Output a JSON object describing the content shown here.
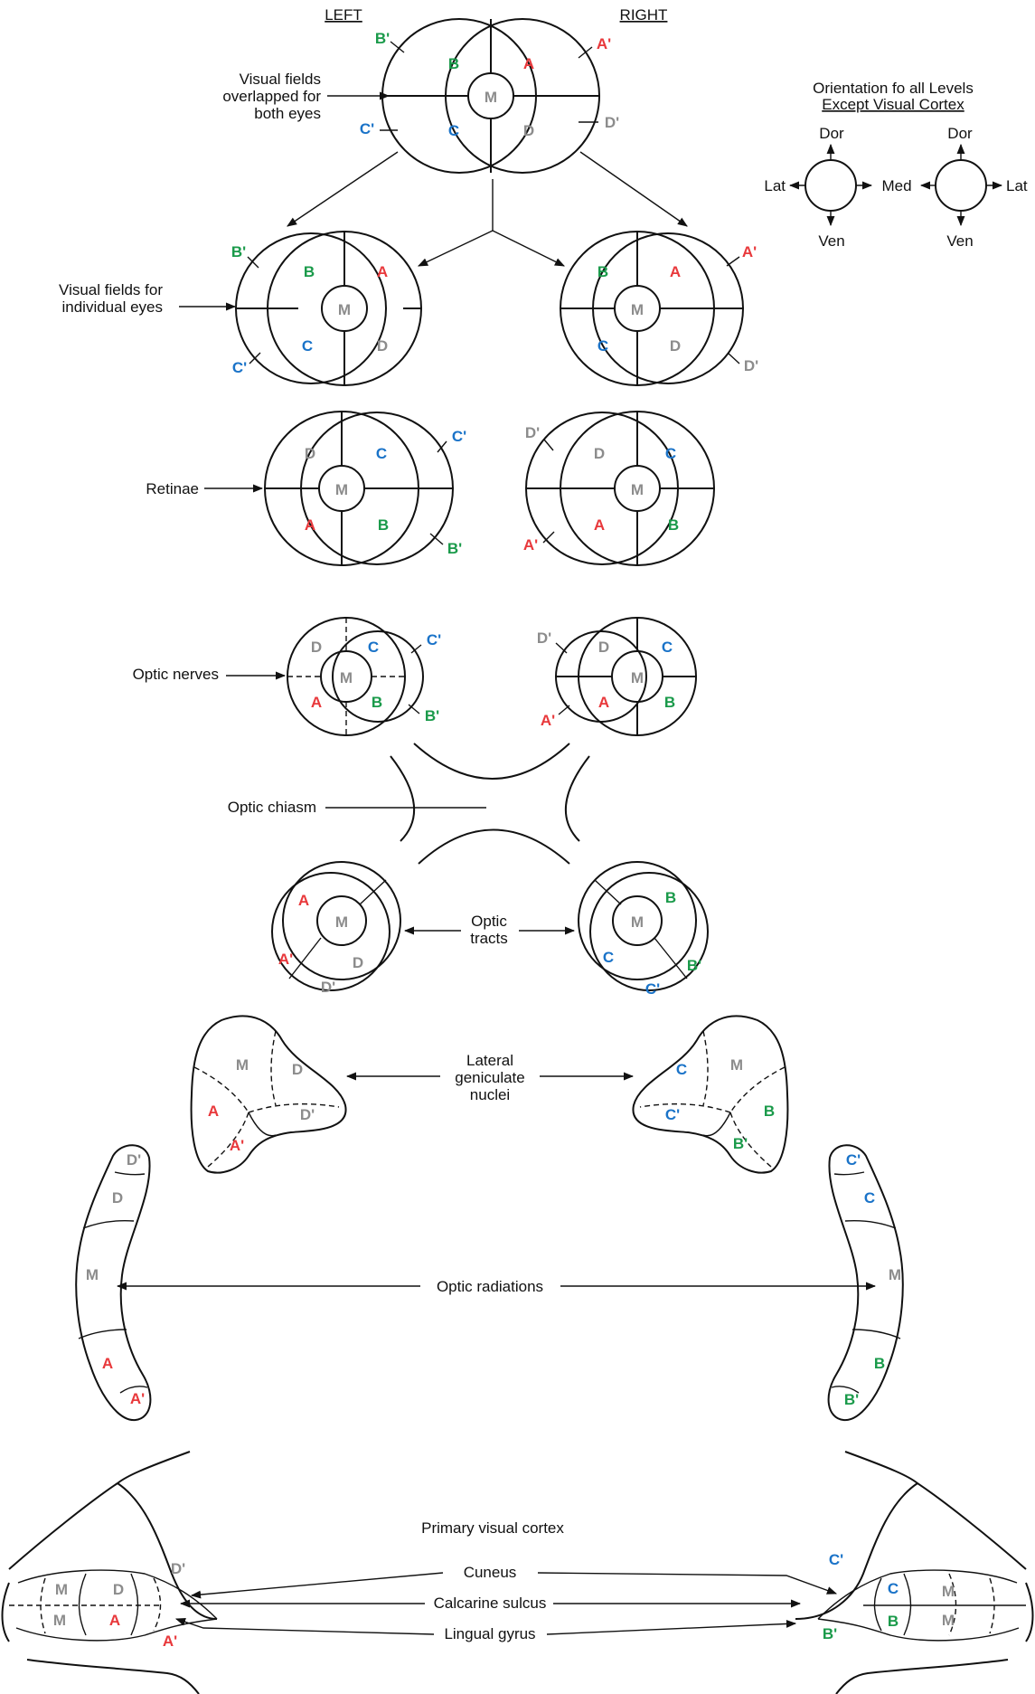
{
  "colors": {
    "A": "#e8383b",
    "B": "#1a9a4a",
    "C": "#1a73c8",
    "D": "#8c8c8c",
    "M": "#8c8c8c",
    "line": "#111111"
  },
  "header": {
    "left": "LEFT",
    "right": "RIGHT"
  },
  "orientation": {
    "title1": "Orientation fo all Levels",
    "title2": "Except Visual Cortex",
    "dor": "Dor",
    "ven": "Ven",
    "lat": "Lat",
    "med": "Med"
  },
  "levels": {
    "visual_fields_1": "Visual fields",
    "visual_fields_2": "overlapped for",
    "visual_fields_3": "both eyes",
    "individual_1": "Visual fields for",
    "individual_2": "individual eyes",
    "retinae": "Retinae",
    "optic_nerves": "Optic nerves",
    "optic_chiasm": "Optic chiasm",
    "optic_tracts_1": "Optic",
    "optic_tracts_2": "tracts",
    "lgn_1": "Lateral",
    "lgn_2": "geniculate",
    "lgn_3": "nuclei",
    "optic_radiations": "Optic radiations",
    "primary_cortex": "Primary visual cortex",
    "cuneus": "Cuneus",
    "calcarine": "Calcarine sulcus",
    "lingual": "Lingual gyrus"
  },
  "letters": {
    "A": "A",
    "Ap": "A'",
    "B": "B",
    "Bp": "B'",
    "C": "C",
    "Cp": "C'",
    "D": "D",
    "Dp": "D'",
    "M": "M"
  }
}
